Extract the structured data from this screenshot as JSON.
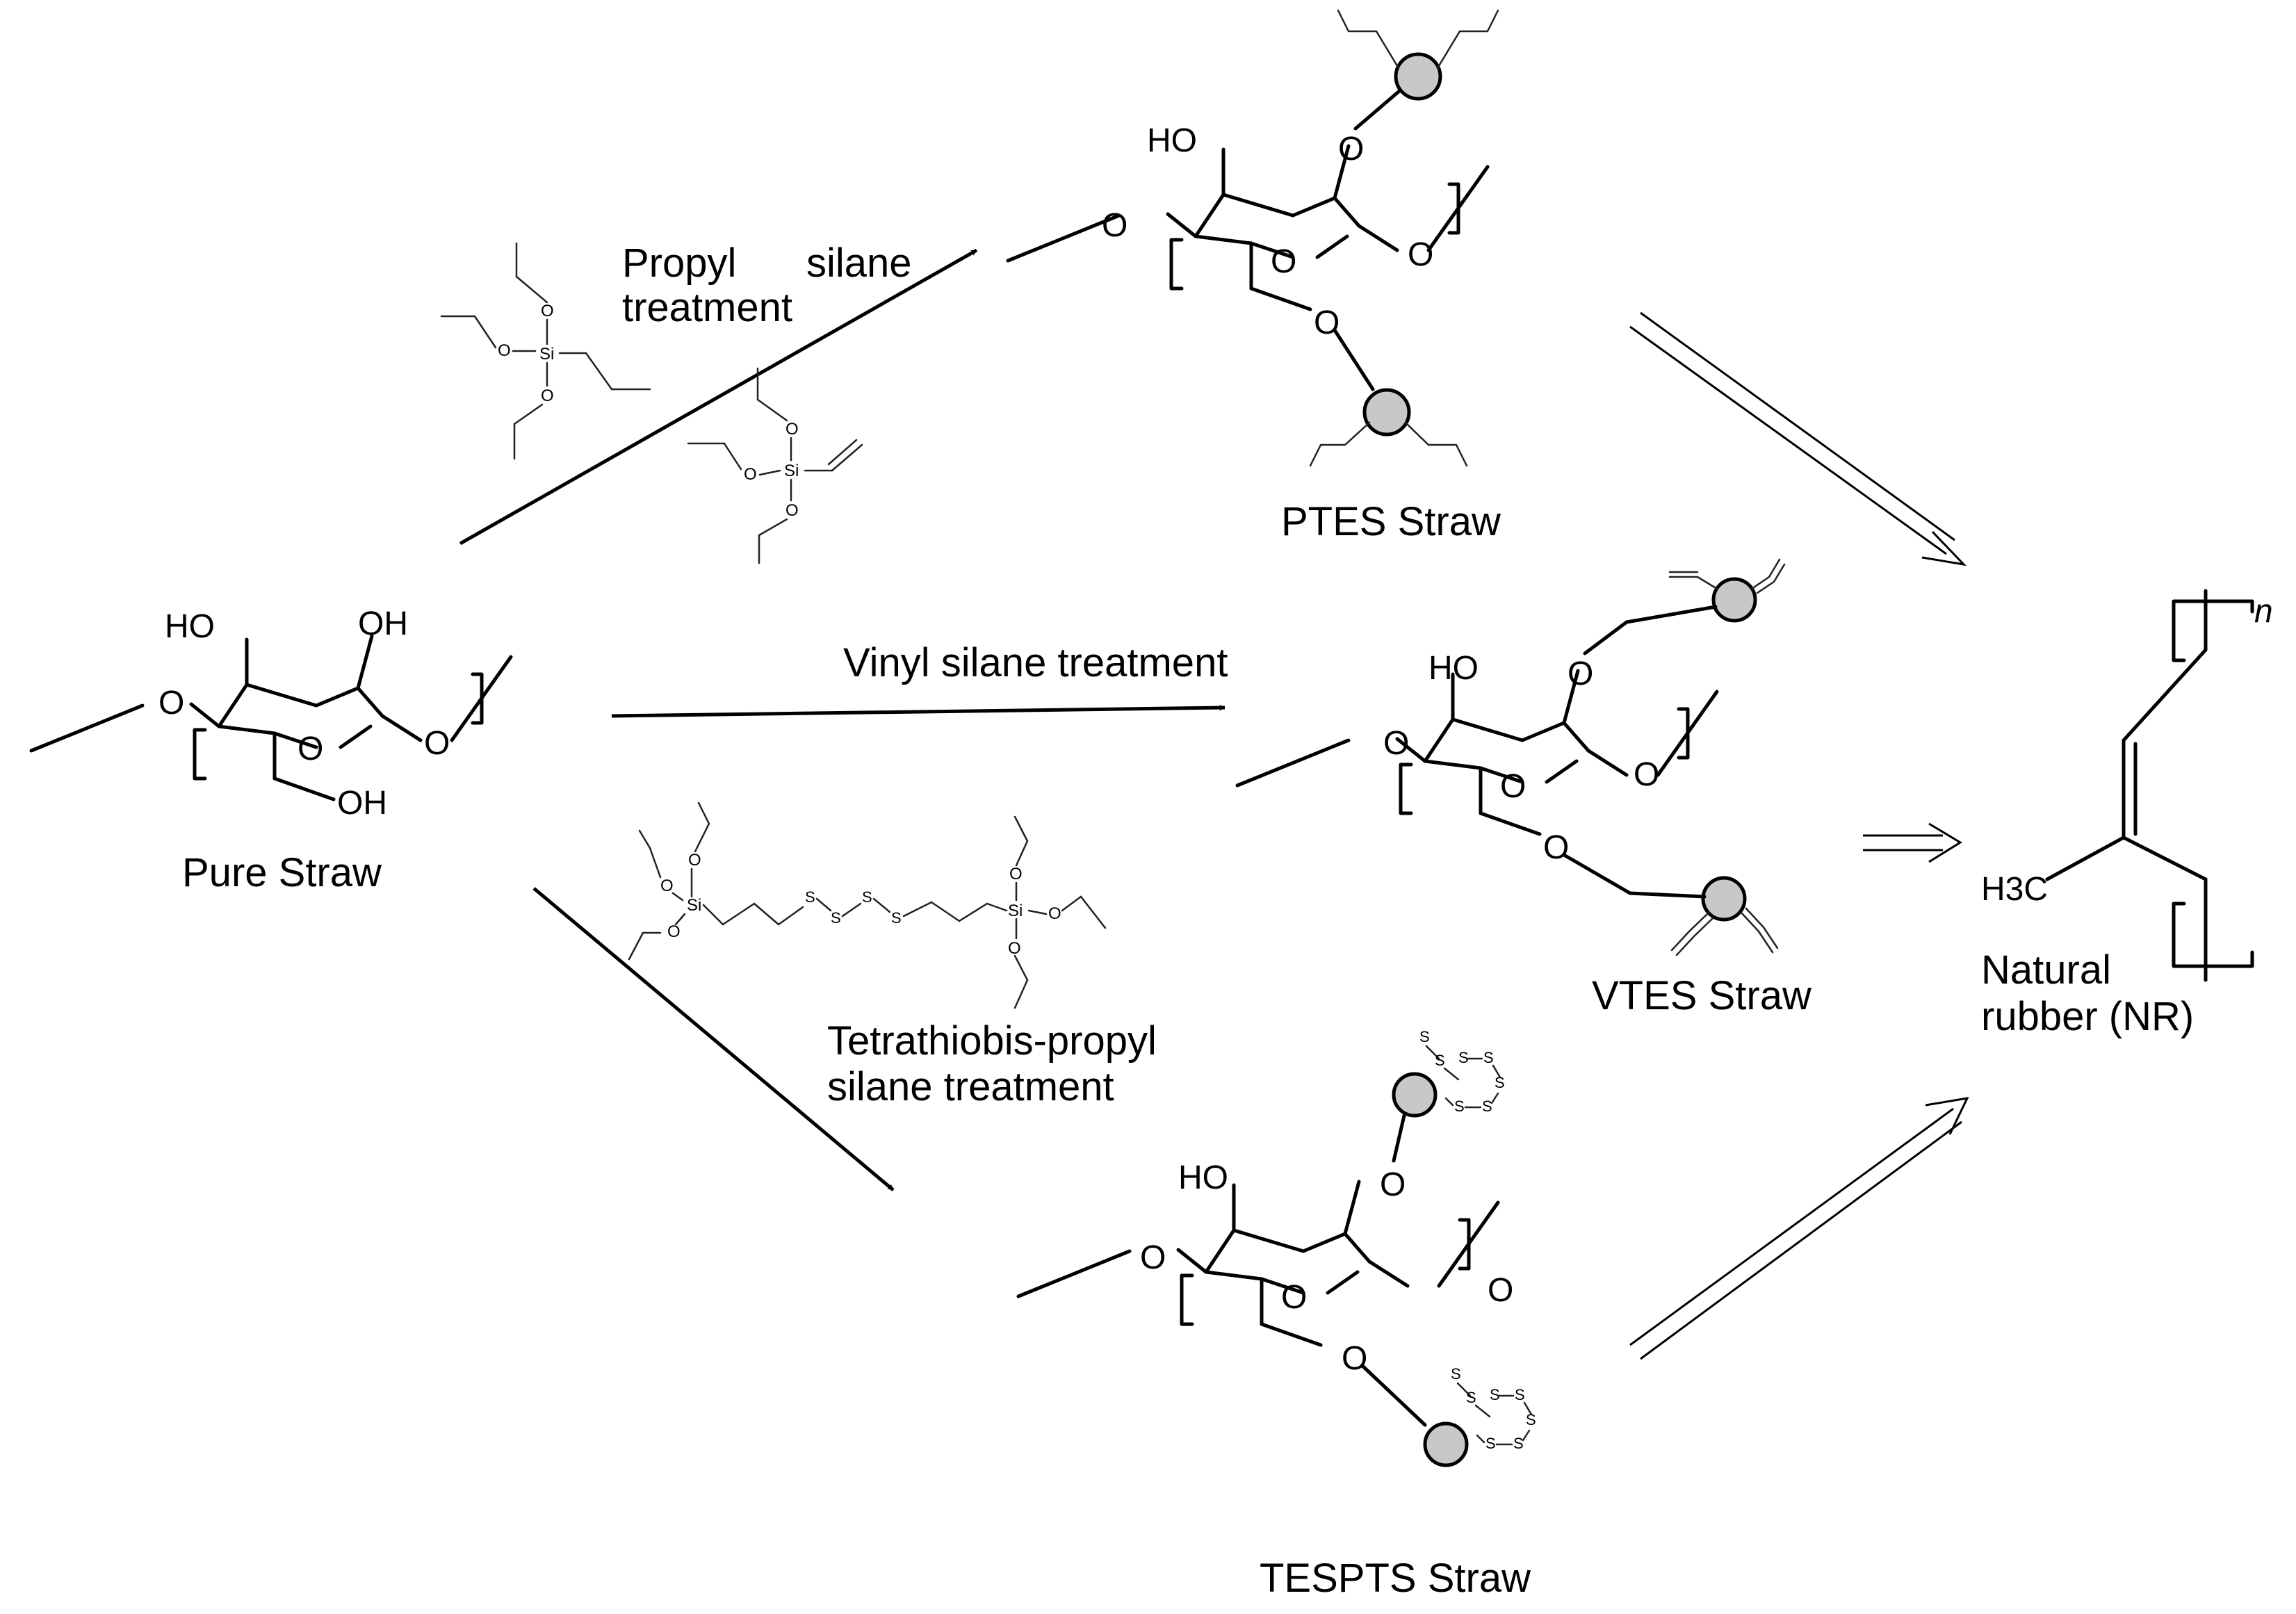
{
  "labels": {
    "pure_straw": "Pure Straw",
    "ptes_straw": "PTES Straw",
    "vtes_straw": "VTES Straw",
    "tespts_straw": "TESPTS Straw",
    "natural_rubber_line1": "Natural",
    "natural_rubber_line2": "rubber (NR)",
    "propyl_treatment_word1": "Propyl",
    "propyl_treatment_word2": "silane",
    "propyl_treatment_word3": "treatment",
    "vinyl_treatment": "Vinyl silane treatment",
    "tetrathio_treatment_line1": "Tetrathiobis-propyl",
    "tetrathio_treatment_line2": "silane treatment"
  },
  "atoms": {
    "O": "O",
    "OH": "OH",
    "HO": "HO",
    "Si": "Si",
    "S": "S",
    "H3C": "H3C",
    "n": "n"
  }
}
